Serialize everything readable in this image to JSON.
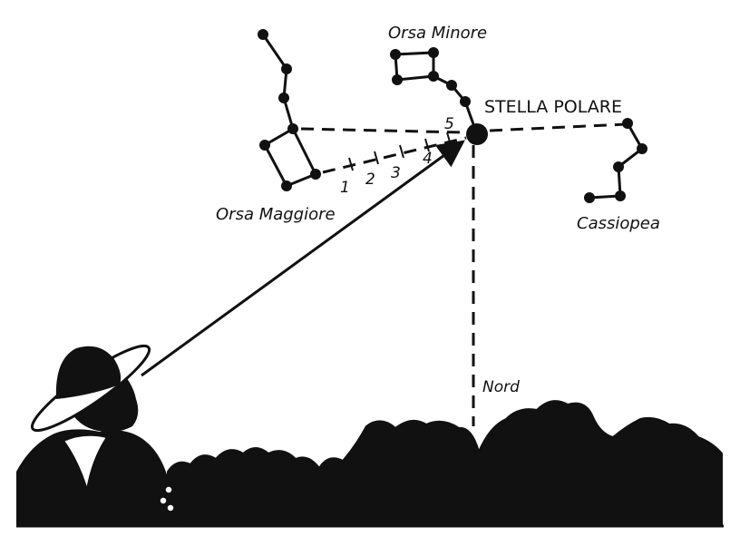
{
  "labels": {
    "orsa_minore": "Orsa Minore",
    "stella_polare": "STELLA POLARE",
    "orsa_maggiore": "Orsa Maggiore",
    "cassiopea": "Cassiopea",
    "nord": "Nord"
  },
  "distance_marks": [
    "1",
    "2",
    "3",
    "4",
    "5"
  ],
  "colors": {
    "ink": "#111111",
    "background": "#ffffff"
  }
}
